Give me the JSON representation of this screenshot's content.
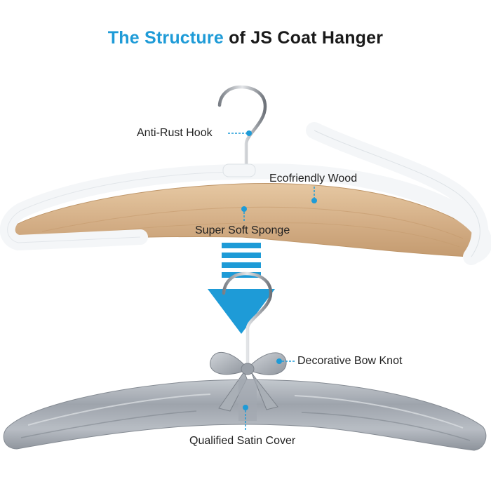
{
  "title": {
    "accent": "The Structure",
    "rest": "of JS Coat Hanger"
  },
  "labels": {
    "hook": "Anti-Rust Hook",
    "wood": "Ecofriendly Wood",
    "sponge": "Super Soft Sponge",
    "bow": "Decorative Bow Knot",
    "satin": "Qualified Satin Cover"
  },
  "colors": {
    "accent": "#1e9bd7",
    "satin": "#a3a9b1",
    "wood": "#d7b48c",
    "sponge": "#ffffff"
  }
}
